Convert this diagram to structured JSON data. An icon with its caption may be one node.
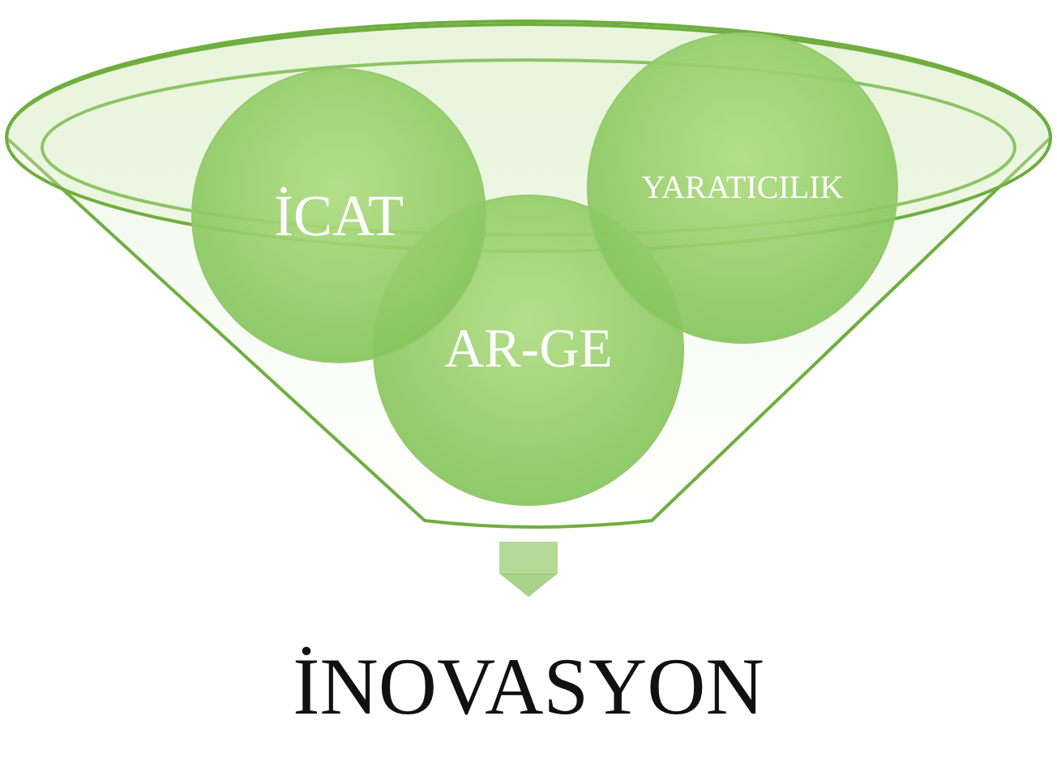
{
  "diagram": {
    "nodes": [
      {
        "text": [],
        "shape": "funnel"
      },
      {
        "text": [
          "İCAT"
        ],
        "in": 0
      },
      {
        "text": [
          "YARATICILIK"
        ],
        "in": 0
      },
      {
        "text": [
          "AR-GE"
        ],
        "in": 0
      },
      {
        "text": [
          "İNOVASYON"
        ]
      }
    ],
    "edges": [
      {
        "from": 0,
        "to": 4,
        "arrow": "to"
      }
    ]
  }
}
